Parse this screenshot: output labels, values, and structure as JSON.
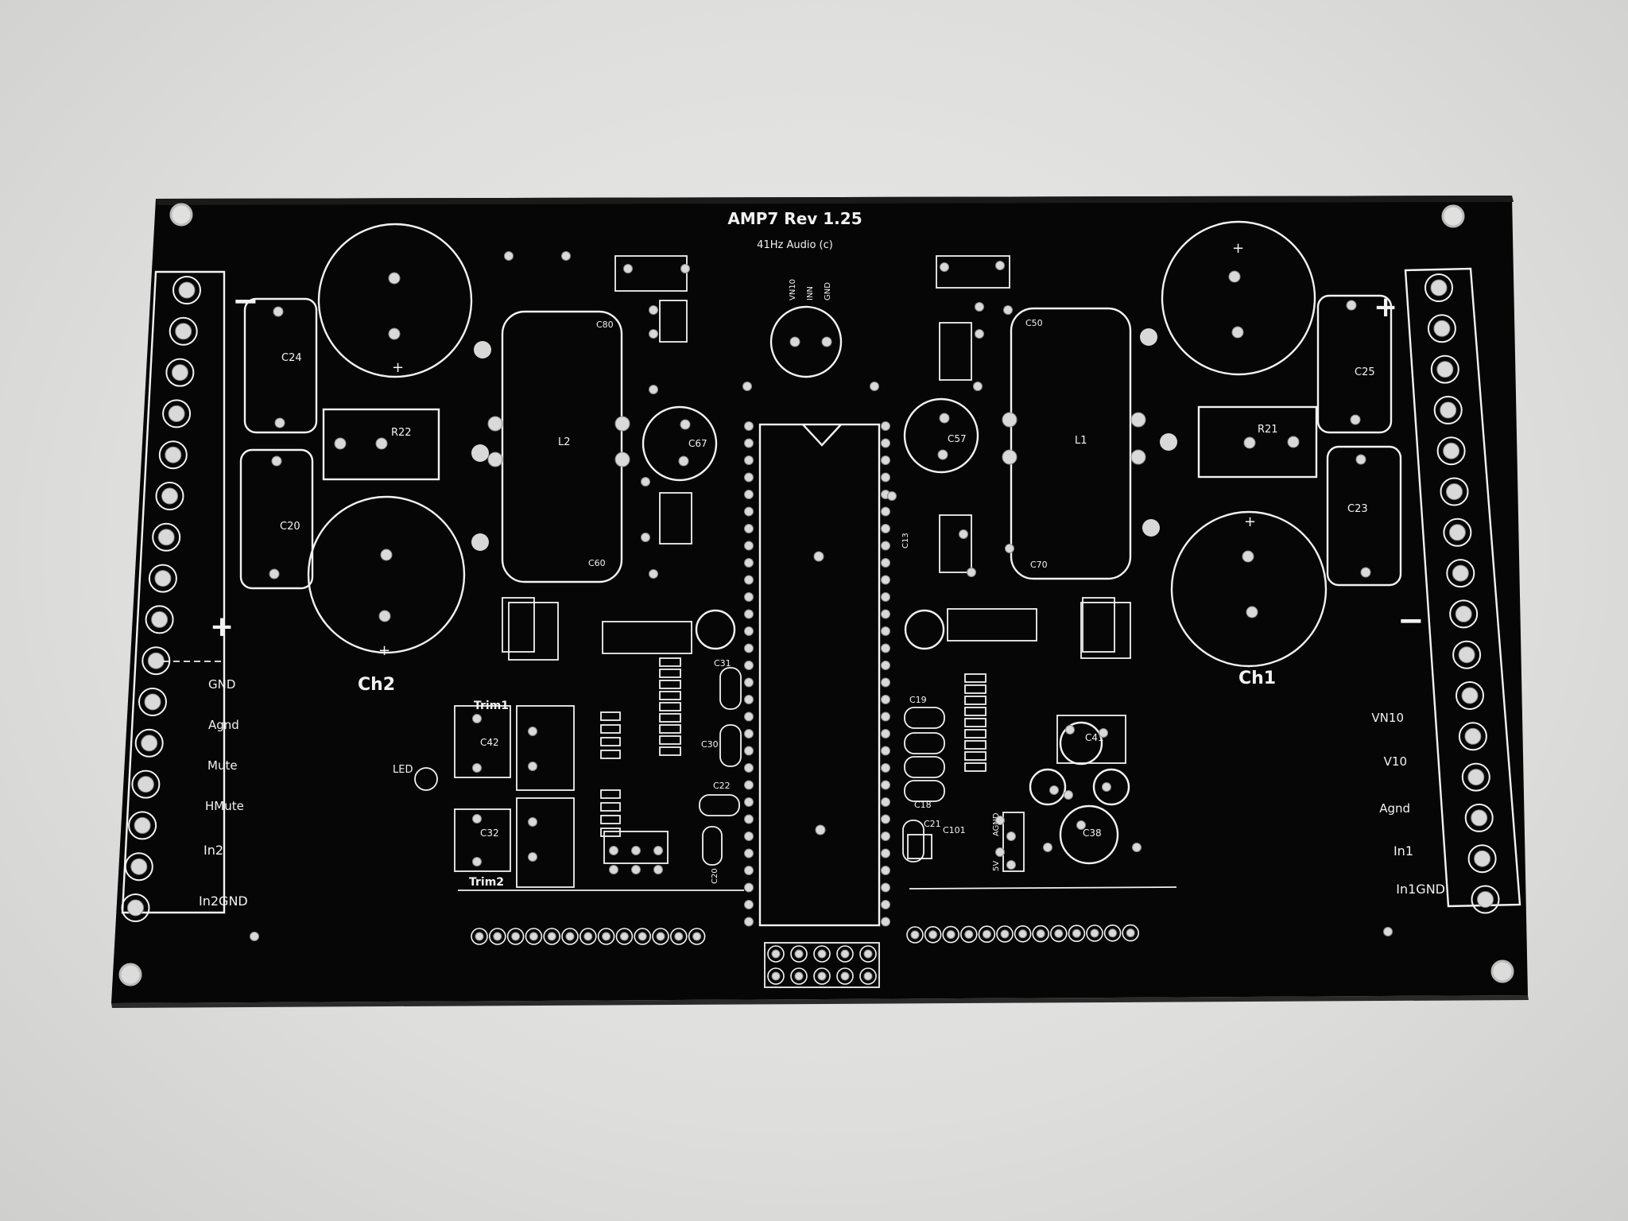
{
  "board": {
    "title": "AMP7 Rev 1.25",
    "subtitle": "41Hz Audio (c)",
    "channel_labels": {
      "left": "Ch2",
      "right": "Ch1"
    },
    "left_terminal_labels": [
      "GND",
      "Agnd",
      "Mute",
      "HMute",
      "In2",
      "In2GND"
    ],
    "right_terminal_labels": [
      "VN10",
      "V10",
      "Agnd",
      "In1",
      "In1GND"
    ],
    "top_header_labels": [
      "VN10",
      "INN",
      "GND"
    ],
    "gnd_header_labels": [
      "AGND",
      "5V"
    ],
    "components": {
      "c24": "C24",
      "c20": "C20",
      "r22": "R22",
      "l2": "L2",
      "c67": "C67",
      "c60": "C60",
      "c80": "C80",
      "c57": "C57",
      "l1": "L1",
      "c50": "C50",
      "c70": "C70",
      "r21": "R21",
      "c25": "C25",
      "c23": "C23",
      "c13": "C13",
      "c31": "C31",
      "c30": "C30",
      "c22": "C22",
      "c20b": "C20",
      "c42": "C42",
      "c32": "C32",
      "trim1": "Trim1",
      "trim2": "Trim2",
      "led": "LED",
      "c19": "C19",
      "c18": "C18",
      "c21": "C21",
      "c101": "C101",
      "c41": "C41",
      "c38": "C38"
    },
    "plus_sign": "+",
    "minus_sign": "−",
    "colors": {
      "background": "#e3e3e1",
      "pcb": "#060606",
      "silkscreen": "#f2f2f2",
      "pad": "#d9d9d9"
    }
  }
}
